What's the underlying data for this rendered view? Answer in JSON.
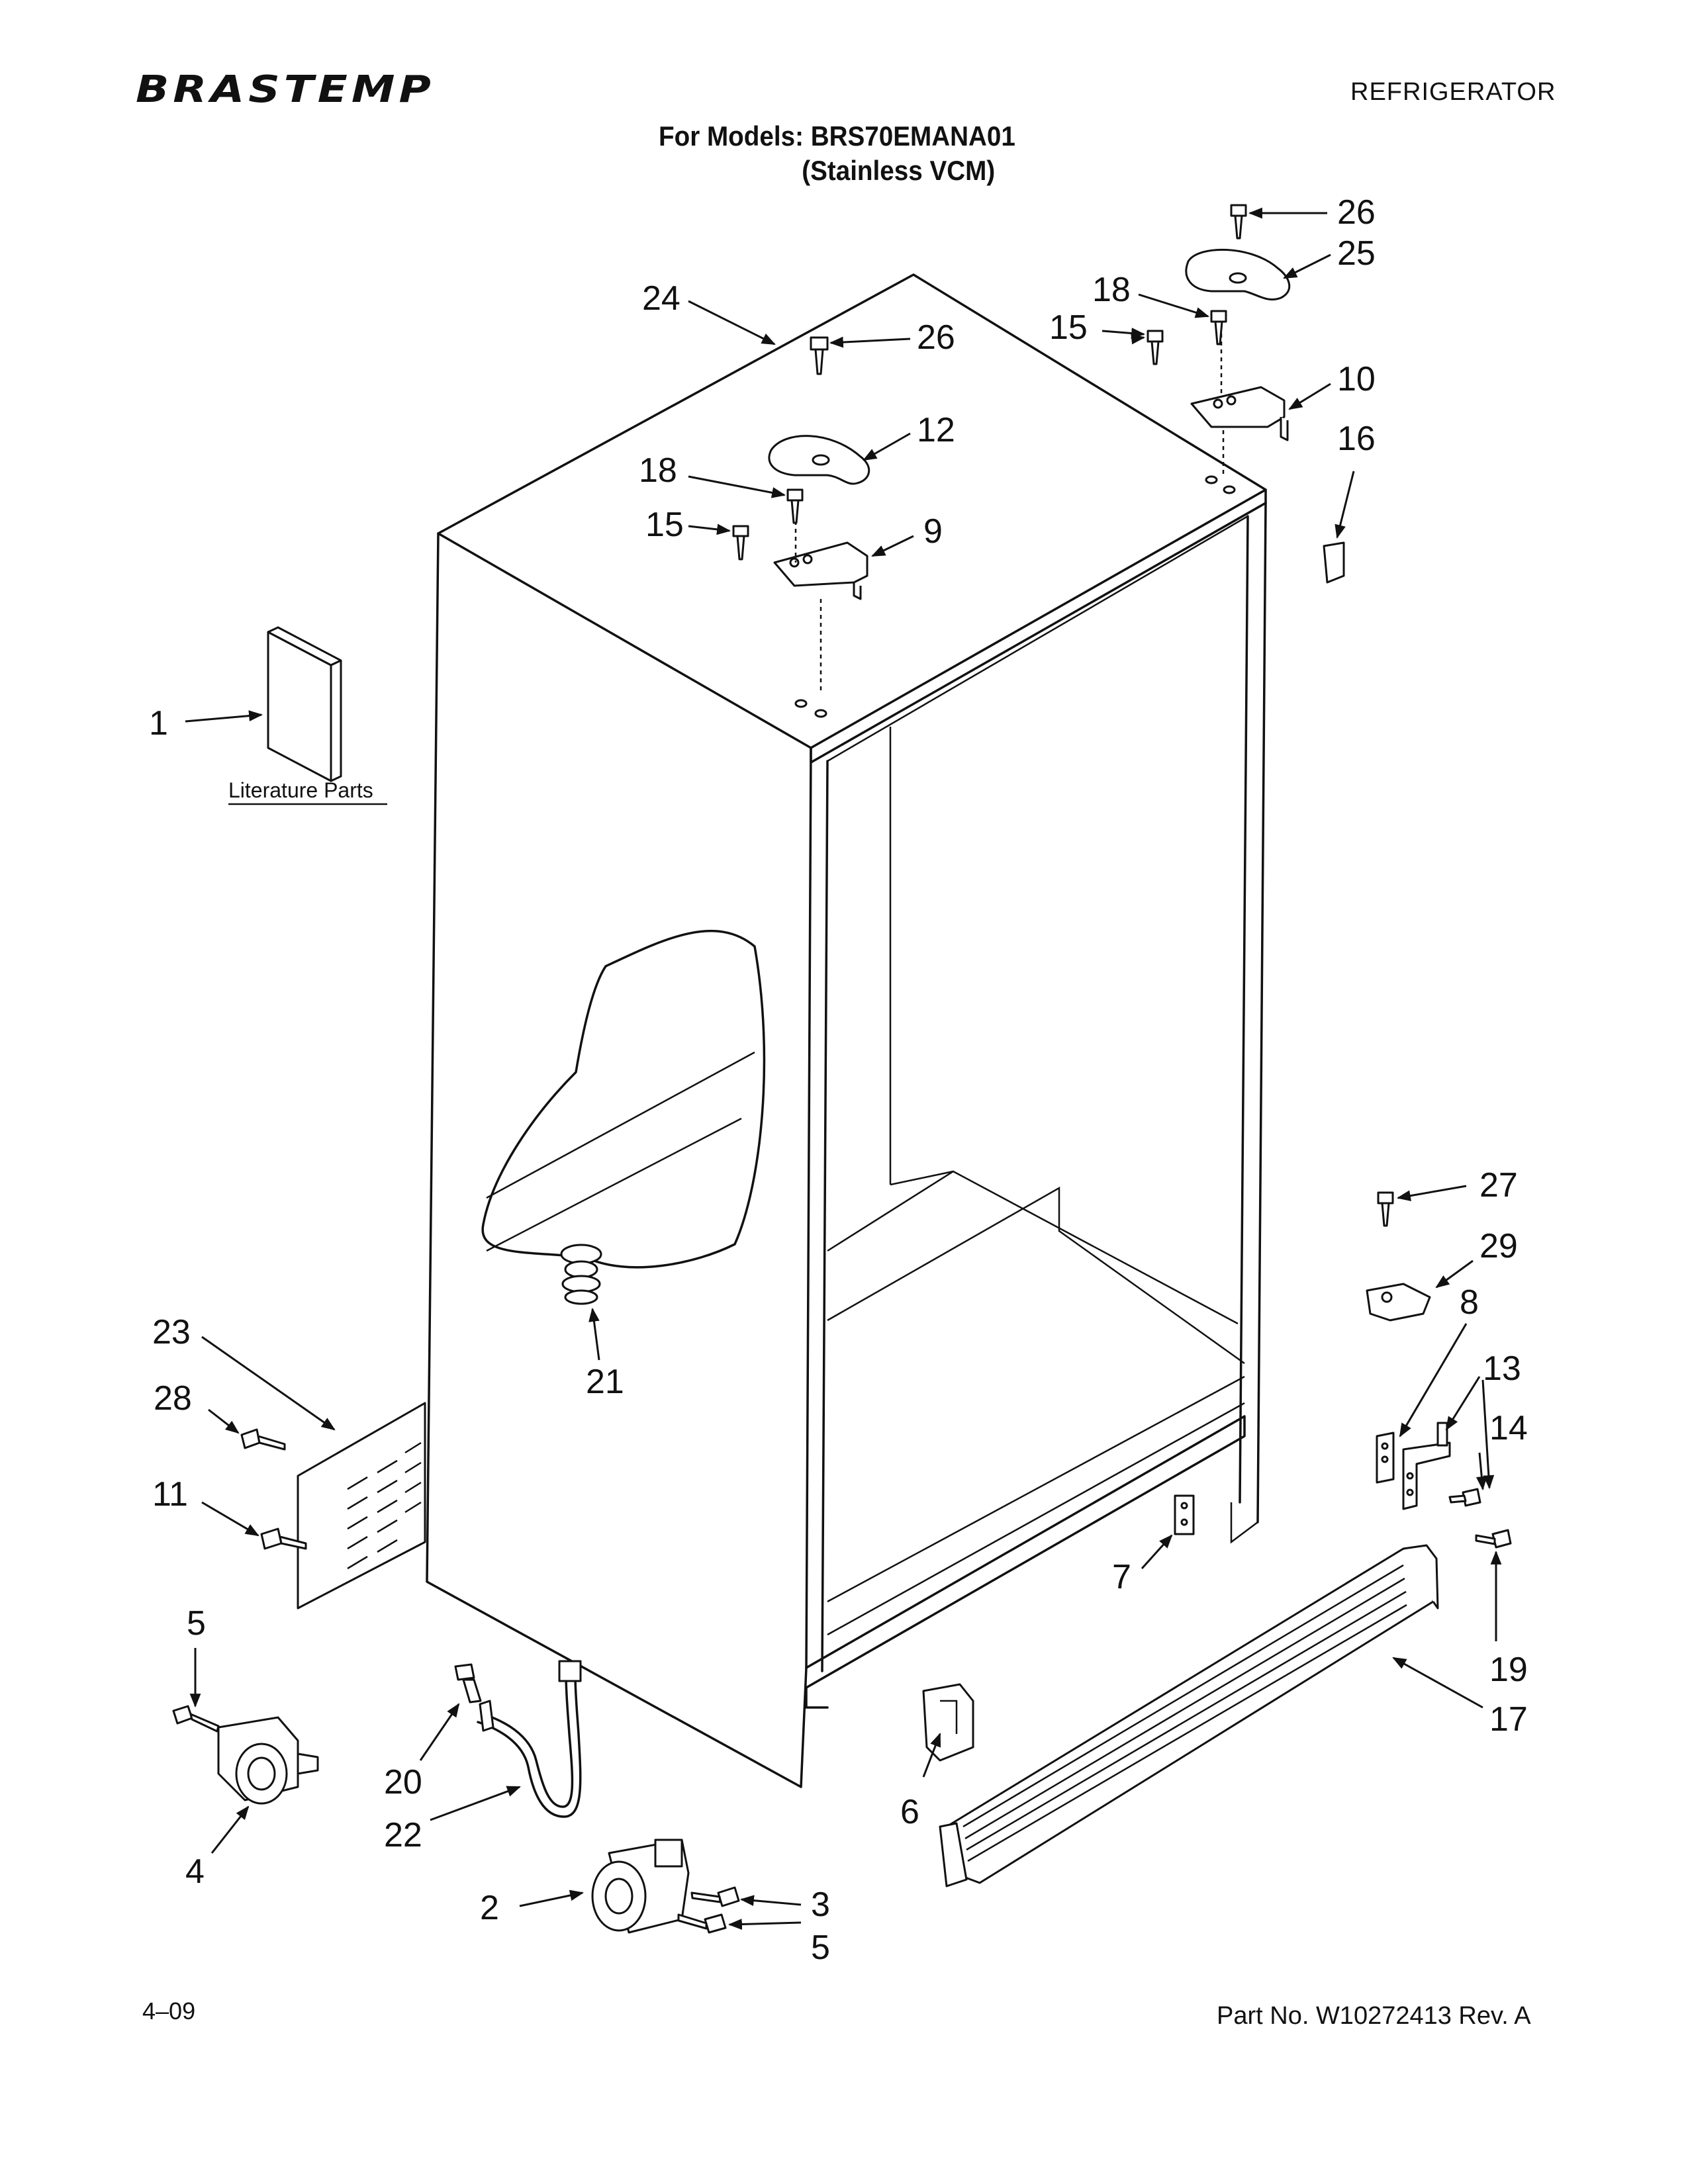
{
  "header": {
    "brand": "BRASTEMP",
    "doc_type": "REFRIGERATOR",
    "models_line1": "For Models: BRS70EMANA01",
    "models_line2": "(Stainless VCM)"
  },
  "literature_label": "Literature Parts",
  "callouts": [
    "1",
    "2",
    "3",
    "4",
    "5",
    "5",
    "6",
    "7",
    "8",
    "9",
    "10",
    "11",
    "12",
    "13",
    "14",
    "15",
    "15",
    "16",
    "17",
    "18",
    "18",
    "19",
    "20",
    "21",
    "22",
    "23",
    "24",
    "25",
    "26",
    "26",
    "27",
    "28",
    "29"
  ],
  "footer": {
    "date": "4–09",
    "part_no": "Part No. W10272413 Rev. A"
  }
}
